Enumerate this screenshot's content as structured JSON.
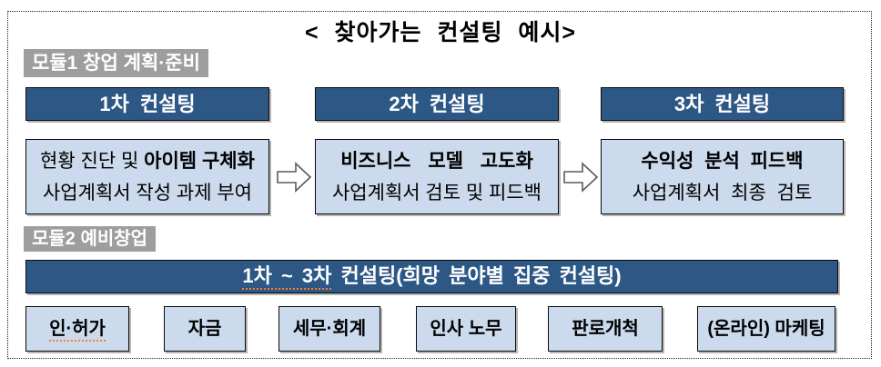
{
  "colors": {
    "header_blue": "#2D5886",
    "panel_blue": "#CBDAEC",
    "label_gray": "#9E9E9E",
    "squiggle_orange": "#FF7C2A"
  },
  "title": "< 찾아가는 컨설팅 예시>",
  "module1": {
    "label": "모듈1 창업 계획·준비",
    "columns": [
      {
        "header": "1차 컨설팅",
        "line1_regular": "현황 진단 및",
        "line1_bold": "아이템 구체화",
        "line2": "사업계획서 작성 과제 부여"
      },
      {
        "header": "2차 컨설팅",
        "line1_regular": "",
        "line1_bold": "비즈니스 모델 고도화",
        "line2": "사업계획서 검토 및 피드백"
      },
      {
        "header": "3차 컨설팅",
        "line1_regular": "",
        "line1_bold": "수익성 분석 피드백",
        "line2": "사업계획서 최종 검토"
      }
    ]
  },
  "module2": {
    "label": "모듈2 예비창업",
    "bar_underlined": "1차 ~ 3차",
    "bar_rest": "컨설팅(희망 분야별 집중 컨설팅)",
    "topics": [
      "인·허가",
      "자금",
      "세무·회계",
      "인사 노무",
      "판로개척",
      "(온라인) 마케팅"
    ]
  }
}
